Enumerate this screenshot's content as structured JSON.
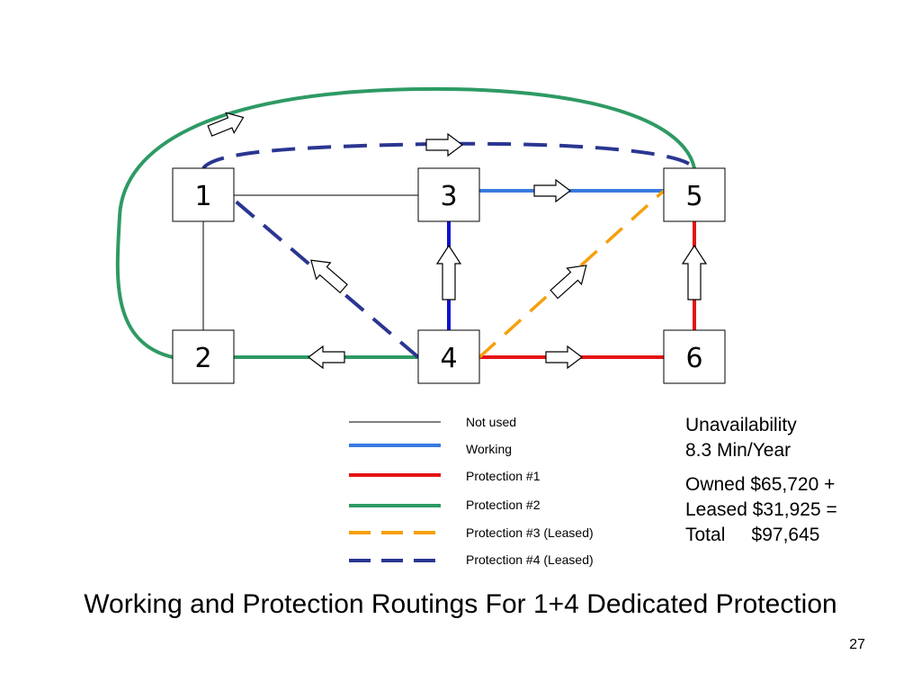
{
  "nodes": [
    "1",
    "2",
    "3",
    "4",
    "5",
    "6"
  ],
  "legend": [
    {
      "label": "Not used",
      "color": "#000000",
      "style": "thin-solid"
    },
    {
      "label": "Working",
      "color": "#3a7ae0",
      "style": "solid"
    },
    {
      "label": "Protection #1",
      "color": "#e41414",
      "style": "solid"
    },
    {
      "label": "Protection #2",
      "color": "#2e9a64",
      "style": "solid"
    },
    {
      "label": "Protection #3 (Leased)",
      "color": "#f5a00b",
      "style": "dashed"
    },
    {
      "label": "Protection #4 (Leased)",
      "color": "#2a3691",
      "style": "dashed"
    }
  ],
  "stats": {
    "unavailability_label": "Unavailability",
    "unavailability_value": "8.3 Min/Year",
    "owned": "Owned $65,720 +",
    "leased": "Leased $31,925 =",
    "total": "Total     $97,645"
  },
  "title": "Working and Protection Routings For 1+4 Dedicated Protection",
  "page_number": "27",
  "colors": {
    "working": "#3a7ae0",
    "working_dark": "#1010cc",
    "protection1": "#e41414",
    "protection2": "#2e9a64",
    "protection3": "#f5a00b",
    "protection4": "#2a3691",
    "not_used": "#000000"
  }
}
